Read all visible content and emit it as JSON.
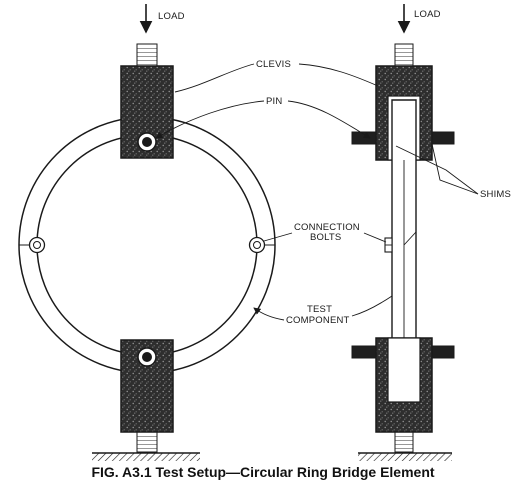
{
  "labels": {
    "load_left": "LOAD",
    "load_right": "LOAD",
    "clevis": "CLEVIS",
    "pin": "PIN",
    "connection_bolts_line1": "CONNECTION",
    "connection_bolts_line2": "BOLTS",
    "shims": "SHIMS",
    "test_component_line1": "TEST",
    "test_component_line2": "COMPONENT"
  },
  "caption": "FIG. A3.1 Test Setup—Circular Ring Bridge Element",
  "colors": {
    "ink": "#1a1a1a",
    "clevis_fill": "#2b2b2b",
    "background": "#ffffff"
  }
}
